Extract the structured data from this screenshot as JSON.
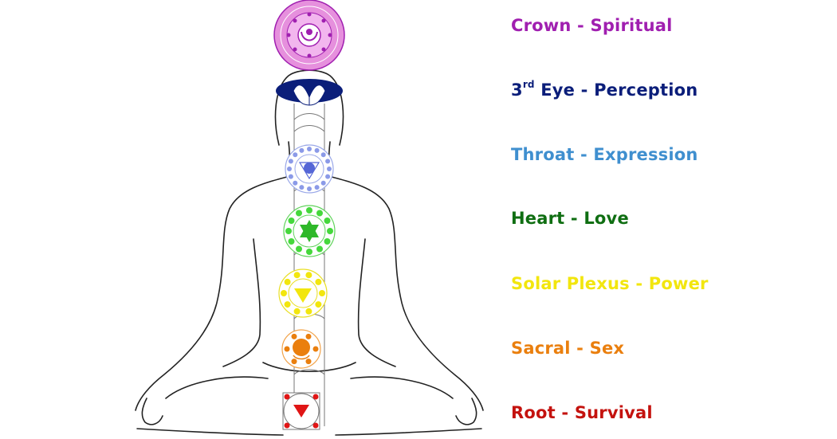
{
  "chakras": [
    {
      "key": "crown",
      "name": "Crown",
      "sup": "",
      "meaning": "Spiritual",
      "color": "#a01fb0"
    },
    {
      "key": "eye",
      "name": "3",
      "sup": "rd",
      "name_suffix": " Eye",
      "meaning": "Perception",
      "color": "#0b1e7a"
    },
    {
      "key": "throat",
      "name": "Throat",
      "sup": "",
      "meaning": "Expression",
      "color": "#3f8fcf"
    },
    {
      "key": "heart",
      "name": "Heart",
      "sup": "",
      "meaning": "Love",
      "color": "#0f6e12"
    },
    {
      "key": "solar",
      "name": "Solar Plexus",
      "sup": "",
      "meaning": "Power",
      "color": "#f2e60e"
    },
    {
      "key": "sacral",
      "name": "Sacral",
      "sup": "",
      "meaning": "Sex",
      "color": "#ea7f0e"
    },
    {
      "key": "root",
      "name": "Root",
      "sup": "",
      "meaning": "Survival",
      "color": "#c4120e"
    }
  ],
  "separator": " - "
}
